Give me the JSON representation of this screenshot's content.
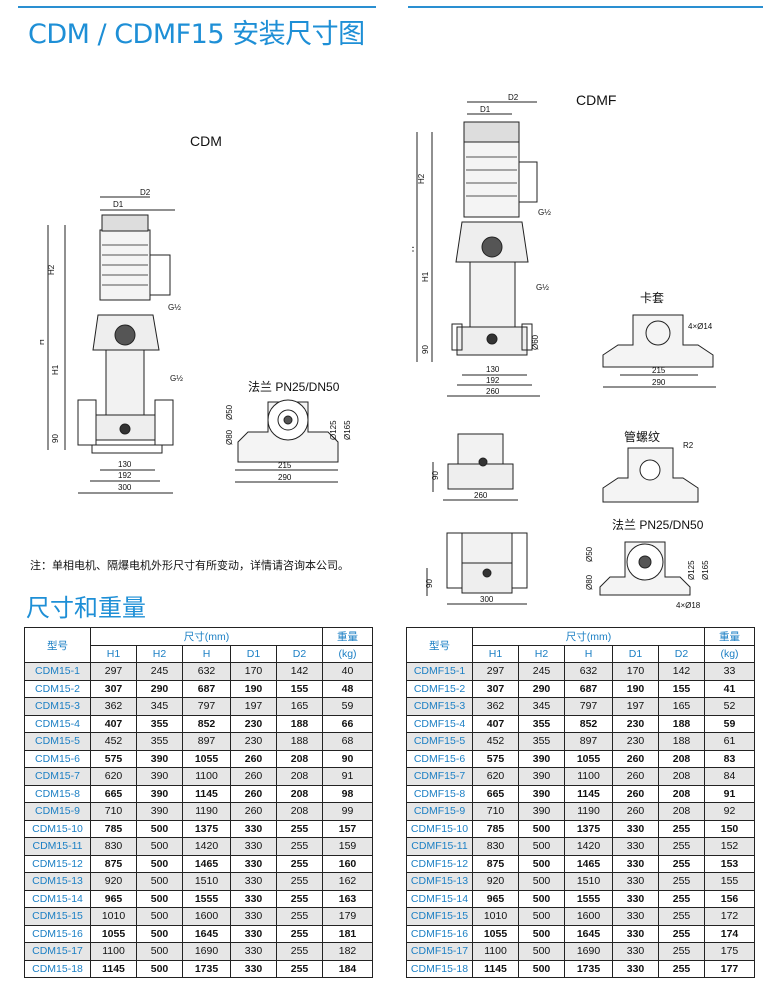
{
  "page": {
    "title": "CDM / CDMF15 安装尺寸图",
    "note": "注：单相电机、隔爆电机外形尺寸有所变动，详情请咨询本公司。",
    "section_title": "尺寸和重量"
  },
  "drawings": {
    "cdm_label": "CDM",
    "cdmf_label": "CDMF",
    "flange_label": "法兰 PN25/DN50",
    "clamp_label": "卡套",
    "thread_label": "管螺纹",
    "flange2_label": "法兰 PN25/DN50",
    "dims": {
      "d1": "D1",
      "d2": "D2",
      "h": "H",
      "h1": "H1",
      "h2": "H2",
      "g": "G½",
      "d90": "90",
      "d130": "130",
      "d192": "192",
      "d300": "300",
      "d260": "260",
      "d215": "215",
      "d290": "290",
      "phi50": "Ø50",
      "phi80": "Ø80",
      "phi125": "Ø125",
      "phi165": "Ø165",
      "phi60": "Ø60",
      "holes14": "4×Ø14",
      "holes18": "4×Ø18",
      "r2": "R2"
    }
  },
  "table_headers": {
    "model": "型号",
    "size": "尺寸(mm)",
    "weight": "重量",
    "weight_unit": "(kg)",
    "cols": [
      "H1",
      "H2",
      "H",
      "D1",
      "D2"
    ]
  },
  "cdm_table": [
    [
      "CDM15-1",
      "297",
      "245",
      "632",
      "170",
      "142",
      "40"
    ],
    [
      "CDM15-2",
      "307",
      "290",
      "687",
      "190",
      "155",
      "48"
    ],
    [
      "CDM15-3",
      "362",
      "345",
      "797",
      "197",
      "165",
      "59"
    ],
    [
      "CDM15-4",
      "407",
      "355",
      "852",
      "230",
      "188",
      "66"
    ],
    [
      "CDM15-5",
      "452",
      "355",
      "897",
      "230",
      "188",
      "68"
    ],
    [
      "CDM15-6",
      "575",
      "390",
      "1055",
      "260",
      "208",
      "90"
    ],
    [
      "CDM15-7",
      "620",
      "390",
      "1100",
      "260",
      "208",
      "91"
    ],
    [
      "CDM15-8",
      "665",
      "390",
      "1145",
      "260",
      "208",
      "98"
    ],
    [
      "CDM15-9",
      "710",
      "390",
      "1190",
      "260",
      "208",
      "99"
    ],
    [
      "CDM15-10",
      "785",
      "500",
      "1375",
      "330",
      "255",
      "157"
    ],
    [
      "CDM15-11",
      "830",
      "500",
      "1420",
      "330",
      "255",
      "159"
    ],
    [
      "CDM15-12",
      "875",
      "500",
      "1465",
      "330",
      "255",
      "160"
    ],
    [
      "CDM15-13",
      "920",
      "500",
      "1510",
      "330",
      "255",
      "162"
    ],
    [
      "CDM15-14",
      "965",
      "500",
      "1555",
      "330",
      "255",
      "163"
    ],
    [
      "CDM15-15",
      "1010",
      "500",
      "1600",
      "330",
      "255",
      "179"
    ],
    [
      "CDM15-16",
      "1055",
      "500",
      "1645",
      "330",
      "255",
      "181"
    ],
    [
      "CDM15-17",
      "1100",
      "500",
      "1690",
      "330",
      "255",
      "182"
    ],
    [
      "CDM15-18",
      "1145",
      "500",
      "1735",
      "330",
      "255",
      "184"
    ]
  ],
  "cdmf_table": [
    [
      "CDMF15-1",
      "297",
      "245",
      "632",
      "170",
      "142",
      "33"
    ],
    [
      "CDMF15-2",
      "307",
      "290",
      "687",
      "190",
      "155",
      "41"
    ],
    [
      "CDMF15-3",
      "362",
      "345",
      "797",
      "197",
      "165",
      "52"
    ],
    [
      "CDMF15-4",
      "407",
      "355",
      "852",
      "230",
      "188",
      "59"
    ],
    [
      "CDMF15-5",
      "452",
      "355",
      "897",
      "230",
      "188",
      "61"
    ],
    [
      "CDMF15-6",
      "575",
      "390",
      "1055",
      "260",
      "208",
      "83"
    ],
    [
      "CDMF15-7",
      "620",
      "390",
      "1100",
      "260",
      "208",
      "84"
    ],
    [
      "CDMF15-8",
      "665",
      "390",
      "1145",
      "260",
      "208",
      "91"
    ],
    [
      "CDMF15-9",
      "710",
      "390",
      "1190",
      "260",
      "208",
      "92"
    ],
    [
      "CDMF15-10",
      "785",
      "500",
      "1375",
      "330",
      "255",
      "150"
    ],
    [
      "CDMF15-11",
      "830",
      "500",
      "1420",
      "330",
      "255",
      "152"
    ],
    [
      "CDMF15-12",
      "875",
      "500",
      "1465",
      "330",
      "255",
      "153"
    ],
    [
      "CDMF15-13",
      "920",
      "500",
      "1510",
      "330",
      "255",
      "155"
    ],
    [
      "CDMF15-14",
      "965",
      "500",
      "1555",
      "330",
      "255",
      "156"
    ],
    [
      "CDMF15-15",
      "1010",
      "500",
      "1600",
      "330",
      "255",
      "172"
    ],
    [
      "CDMF15-16",
      "1055",
      "500",
      "1645",
      "330",
      "255",
      "174"
    ],
    [
      "CDMF15-17",
      "1100",
      "500",
      "1690",
      "330",
      "255",
      "175"
    ],
    [
      "CDMF15-18",
      "1145",
      "500",
      "1735",
      "330",
      "255",
      "177"
    ]
  ],
  "colors": {
    "accent": "#1e8fd6",
    "alt_row": "#e6e6e6"
  }
}
